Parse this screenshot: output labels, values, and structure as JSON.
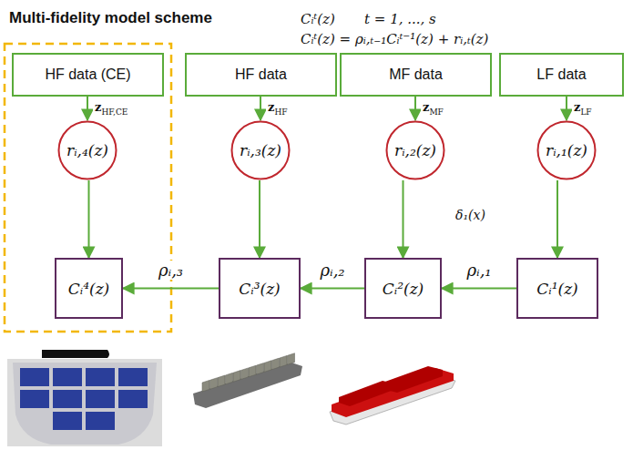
{
  "diagram": {
    "title": "Multi-fidelity model scheme",
    "nodes": [
      {
        "text": [
          "HF data (CE)"
        ]
      },
      {
        "text": [
          "HF data"
        ]
      },
      {
        "text": [
          "MF data"
        ]
      },
      {
        "text": [
          "LF data"
        ]
      },
      {
        "text": [
          "rᵢ,₄(z)"
        ]
      },
      {
        "text": [
          "rᵢ,₃(z)"
        ]
      },
      {
        "text": [
          "rᵢ,₂(z)"
        ]
      },
      {
        "text": [
          "rᵢ,₁(z)"
        ]
      },
      {
        "text": [
          "Cᵢ⁴(z)"
        ]
      },
      {
        "text": [
          "Cᵢ³(z)"
        ]
      },
      {
        "text": [
          "Cᵢ²(z)"
        ]
      },
      {
        "text": [
          "Cᵢ¹(z)"
        ]
      }
    ],
    "edges": [
      {
        "from": 0,
        "to": 4,
        "arrow": "to",
        "label": "zHF,CE"
      },
      {
        "from": 1,
        "to": 5,
        "arrow": "to",
        "label": "zHF"
      },
      {
        "from": 2,
        "to": 6,
        "arrow": "to",
        "label": "zMF"
      },
      {
        "from": 3,
        "to": 7,
        "arrow": "to",
        "label": "zLF"
      },
      {
        "from": 4,
        "to": 8,
        "arrow": "to"
      },
      {
        "from": 5,
        "to": 9,
        "arrow": "to"
      },
      {
        "from": 6,
        "to": 10,
        "arrow": "to"
      },
      {
        "from": 7,
        "to": 11,
        "arrow": "to"
      },
      {
        "from": 11,
        "to": 10,
        "arrow": "to",
        "label": "ρᵢ,₁"
      },
      {
        "from": 10,
        "to": 9,
        "arrow": "to",
        "label": "ρᵢ,₂"
      },
      {
        "from": 9,
        "to": 8,
        "arrow": "to",
        "label": "ρᵢ,₃"
      }
    ],
    "labels": [
      "Cᵢᵗ(z)",
      "t = 1, ..., s",
      "Cᵢᵗ(z) = ρᵢ,ₜ₋₁Cᵢᵗ⁻¹(z) + rᵢ,ₜ(z)",
      "δ₁(x)"
    ]
  }
}
